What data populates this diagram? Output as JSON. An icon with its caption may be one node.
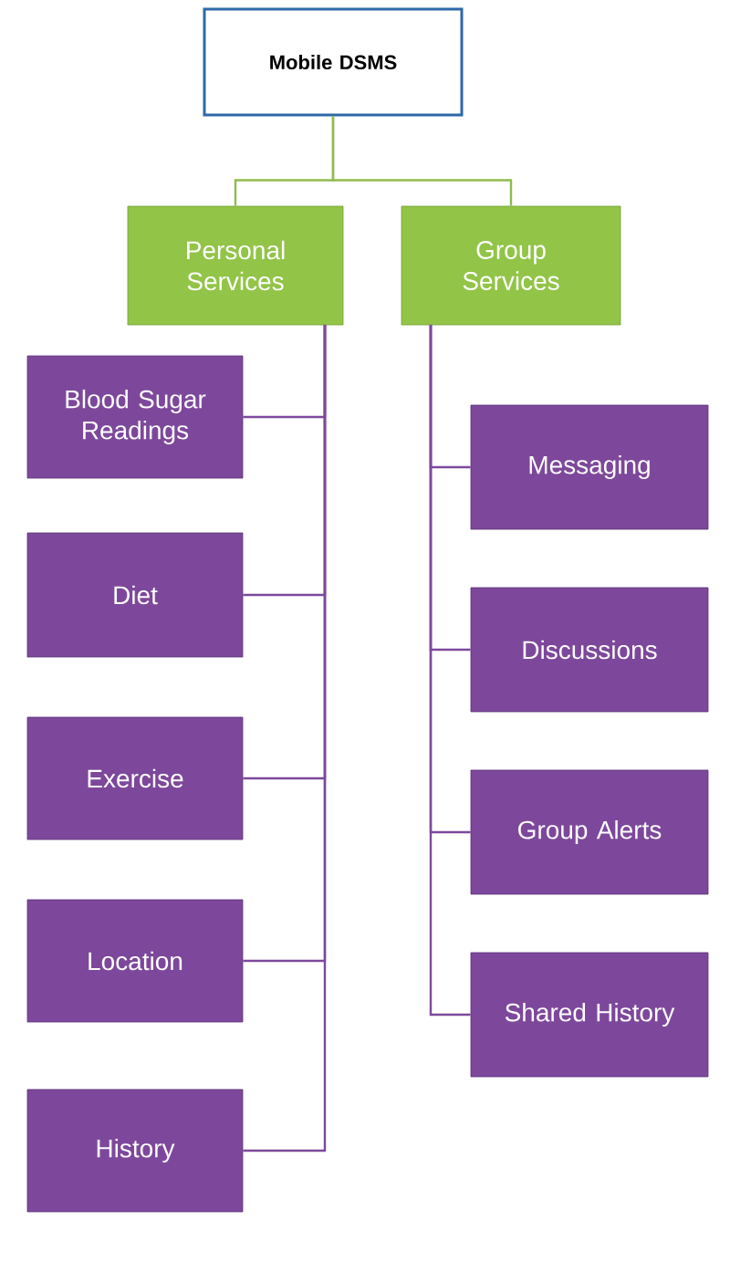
{
  "diagram": {
    "nodes": [
      {
        "text": [
          "Mobile DSMS"
        ]
      },
      {
        "text": [
          "Personal Services"
        ]
      },
      {
        "text": [
          "Group Services"
        ]
      },
      {
        "text": [
          "Blood Sugar Readings"
        ]
      },
      {
        "text": [
          "Diet"
        ]
      },
      {
        "text": [
          "Exercise"
        ]
      },
      {
        "text": [
          "Location"
        ]
      },
      {
        "text": [
          "History"
        ]
      },
      {
        "text": [
          "Messaging"
        ]
      },
      {
        "text": [
          "Discussions"
        ]
      },
      {
        "text": [
          "Group Alerts"
        ]
      },
      {
        "text": [
          "Shared History"
        ]
      }
    ],
    "edges": [
      {
        "from": 0,
        "to": 1,
        "arrow": "none",
        "color": "#8fbc4e"
      },
      {
        "from": 0,
        "to": 2,
        "arrow": "none",
        "color": "#8fbc4e"
      },
      {
        "from": 1,
        "to": 3,
        "arrow": "none"
      },
      {
        "from": 1,
        "to": 4,
        "arrow": "none"
      },
      {
        "from": 1,
        "to": 5,
        "arrow": "none"
      },
      {
        "from": 1,
        "to": 6,
        "arrow": "none"
      },
      {
        "from": 1,
        "to": 7,
        "arrow": "none"
      },
      {
        "from": 2,
        "to": 8,
        "arrow": "none"
      },
      {
        "from": 2,
        "to": 9,
        "arrow": "none"
      },
      {
        "from": 2,
        "to": 10,
        "arrow": "none"
      },
      {
        "from": 2,
        "to": 11,
        "arrow": "none"
      }
    ]
  }
}
